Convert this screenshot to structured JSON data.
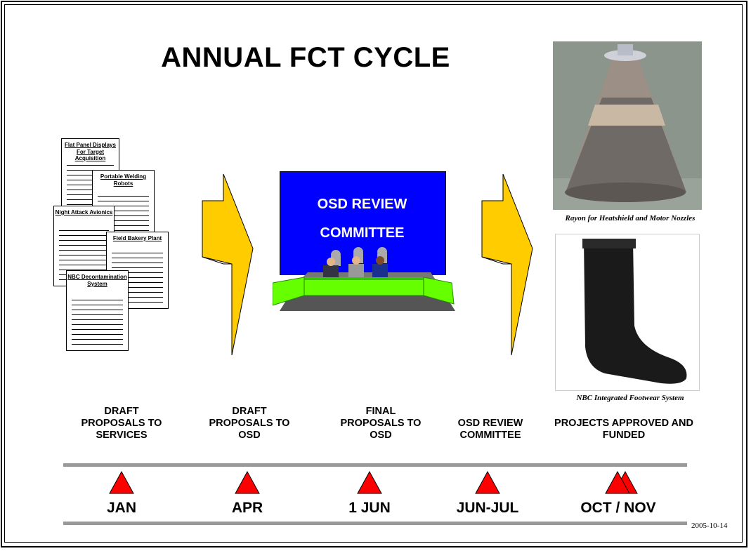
{
  "title": "ANNUAL FCT CYCLE",
  "documents": [
    {
      "title": "Flat Panel Displays For Target Acquisition"
    },
    {
      "title": "Portable Welding Robots"
    },
    {
      "title": "Night Attack Avionics"
    },
    {
      "title": "Field Bakery Plant"
    },
    {
      "title": "NBC Decontamination System"
    }
  ],
  "screen": {
    "line1": "OSD REVIEW",
    "line2": "COMMITTEE"
  },
  "photos": [
    {
      "caption": "Rayon for Heatshield and Motor Nozzles"
    },
    {
      "caption": "NBC Integrated Footwear System"
    }
  ],
  "stages": [
    {
      "label": "DRAFT PROPOSALS TO SERVICES",
      "month": "JAN"
    },
    {
      "label": "DRAFT PROPOSALS TO OSD",
      "month": "APR"
    },
    {
      "label": "FINAL PROPOSALS TO OSD",
      "month": "1 JUN"
    },
    {
      "label": "OSD REVIEW COMMITTEE",
      "month": "JUN-JUL"
    },
    {
      "label": "PROJECTS APPROVED AND FUNDED",
      "month": "OCT / NOV"
    }
  ],
  "colors": {
    "arrow": "#FFCC00",
    "screen": "#0000FF",
    "table": "#66FF00",
    "marker": "#FF0000",
    "timeline": "#999999"
  },
  "date": "2005-10-14"
}
